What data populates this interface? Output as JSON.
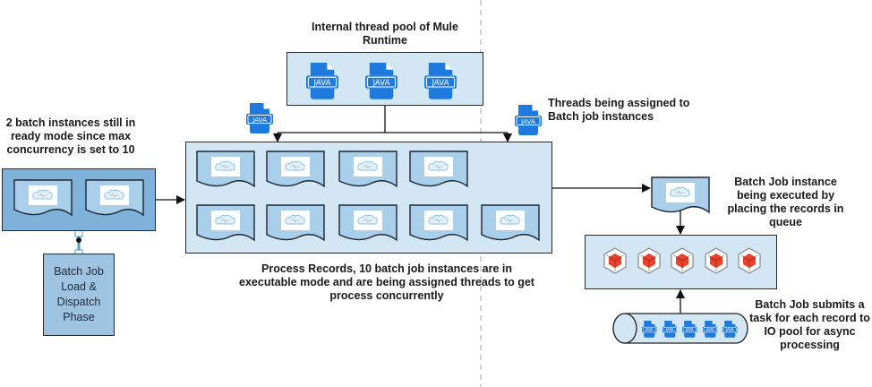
{
  "labels": {
    "thread_pool_title": "Internal thread pool of Mule Runtime",
    "threads_assigned": "Threads being assigned to Batch job instances",
    "ready_instances": "2 batch instances still in ready mode since max concurrency is set to 10",
    "load_dispatch": "Batch Job Load & Dispatch Phase",
    "process_records": "Process Records, 10 batch job instances are in executable mode and are being assigned threads to get process concurrently",
    "instance_executed": "Batch Job instance being executed by placing the records in queue",
    "submits_task": "Batch Job submits a task for each record to IO pool for async processing",
    "java_icon_text": "JAVA"
  },
  "counts": {
    "thread_pool_java_icons": 3,
    "executable_instances": 10,
    "ready_instances": 2,
    "queued_records": 5,
    "io_pool_tasks": 5
  },
  "icons": {
    "java": "java-file-icon",
    "instance": "salesforce-document-icon",
    "record": "cube-icon"
  },
  "colors": {
    "light_box": "#d3e6f4",
    "ready_box": "#7fb2d8",
    "phase_box": "#9fc4e2",
    "java_blue": "#1f7ae0",
    "cube_red": "#e8412c",
    "divider": "#bdbdbd"
  }
}
